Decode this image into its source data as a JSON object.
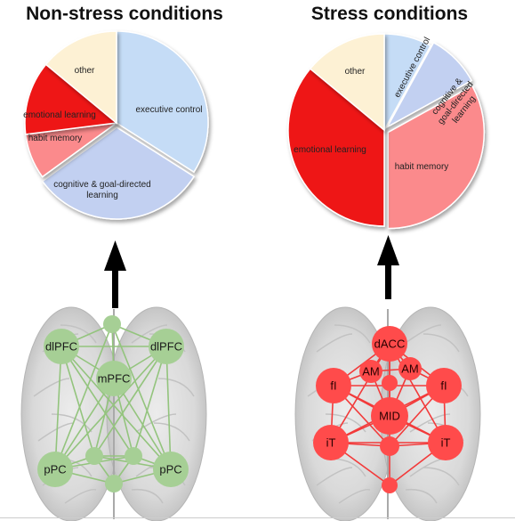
{
  "titles": {
    "left": "Non-stress conditions",
    "right": "Stress conditions"
  },
  "colors": {
    "executive": "#c5dcf6",
    "cognitive": "#c2d0f1",
    "habit": "#fb8a8c",
    "emotional": "#ee1414",
    "other": "#fdf1d4",
    "green_node": "#a6cf95",
    "green_edge": "#93c47d",
    "red_node": "#ff4b4b",
    "red_edge": "#f23a3a"
  },
  "pies": {
    "left": {
      "slices": [
        {
          "key": "executive",
          "label": [
            "executive control"
          ],
          "value": 34,
          "exploded": false
        },
        {
          "key": "cognitive",
          "label": [
            "cognitive & goal-directed",
            "learning"
          ],
          "value": 31,
          "exploded": true
        },
        {
          "key": "habit",
          "label": [
            "habit memory"
          ],
          "value": 8,
          "exploded": false
        },
        {
          "key": "emotional",
          "label": [
            "emotional learning"
          ],
          "value": 13,
          "exploded": false
        },
        {
          "key": "other",
          "label": [
            "other"
          ],
          "value": 14,
          "exploded": false
        }
      ]
    },
    "right": {
      "slices": [
        {
          "key": "executive",
          "label": [
            "executive control"
          ],
          "value": 8,
          "exploded": false
        },
        {
          "key": "cognitive",
          "label": [
            "cognitive &",
            "goal-directed",
            "learning"
          ],
          "value": 9,
          "exploded": true
        },
        {
          "key": "habit",
          "label": [
            "habit memory"
          ],
          "value": 33,
          "exploded": true
        },
        {
          "key": "emotional",
          "label": [
            "emotional learning"
          ],
          "value": 36,
          "exploded": false
        },
        {
          "key": "other",
          "label": [
            "other"
          ],
          "value": 14,
          "exploded": false
        }
      ]
    }
  },
  "networks": {
    "left": {
      "nodes": [
        {
          "id": "dlPFC-L",
          "label": "dlPFC"
        },
        {
          "id": "dlPFC-R",
          "label": "dlPFC"
        },
        {
          "id": "mPFC",
          "label": "mPFC"
        },
        {
          "id": "pPC-L",
          "label": "pPC"
        },
        {
          "id": "pPC-R",
          "label": "pPC"
        },
        {
          "id": "s-top",
          "label": ""
        },
        {
          "id": "s-bl",
          "label": ""
        },
        {
          "id": "s-br",
          "label": ""
        },
        {
          "id": "s-bottom",
          "label": ""
        }
      ]
    },
    "right": {
      "nodes": [
        {
          "id": "dACC",
          "label": "dACC"
        },
        {
          "id": "AM-L",
          "label": "AM"
        },
        {
          "id": "AM-R",
          "label": "AM"
        },
        {
          "id": "fI-L",
          "label": "fI"
        },
        {
          "id": "fI-R",
          "label": "fI"
        },
        {
          "id": "MID",
          "label": "MID"
        },
        {
          "id": "iT-L",
          "label": "iT"
        },
        {
          "id": "iT-R",
          "label": "iT"
        },
        {
          "id": "s-mid",
          "label": ""
        },
        {
          "id": "s-low",
          "label": ""
        },
        {
          "id": "s-bottom",
          "label": ""
        }
      ]
    }
  }
}
